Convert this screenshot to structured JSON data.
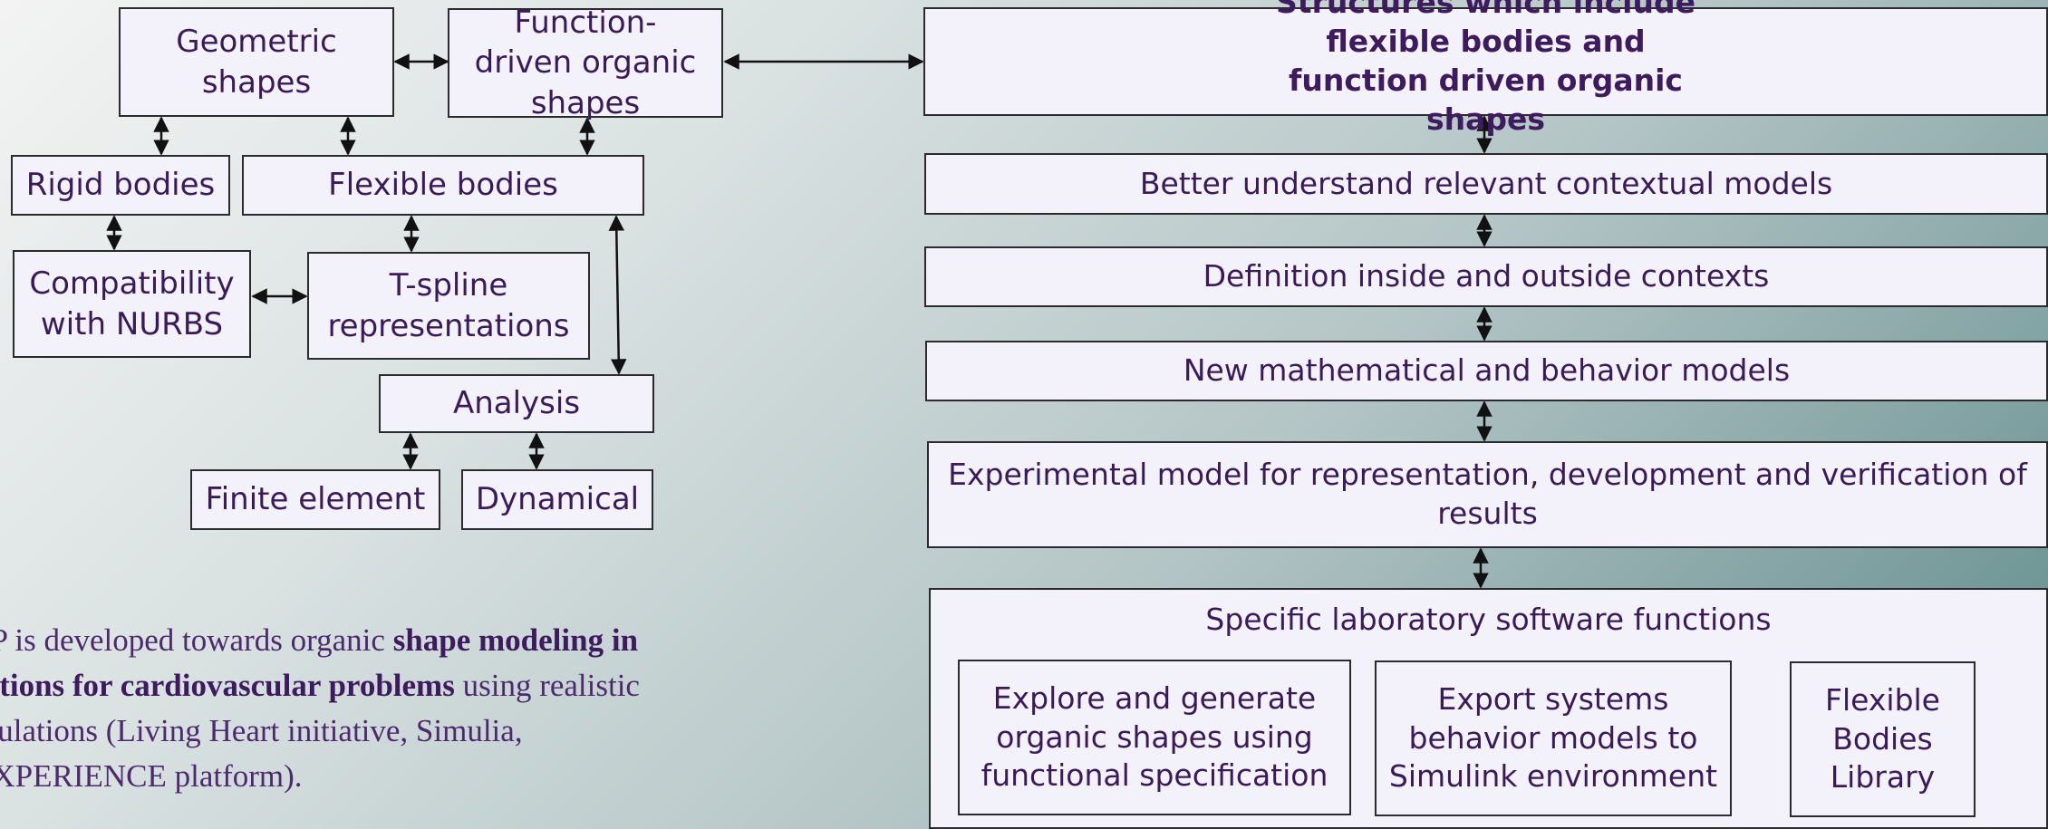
{
  "left_diagram": {
    "geometric_shapes": "Geometric shapes",
    "function_driven": "Function-driven organic shapes",
    "rigid_bodies": "Rigid bodies",
    "flexible_bodies": "Flexible bodies",
    "compatibility": "Compatibility with NURBS",
    "tspline": "T-spline representations",
    "analysis": "Analysis",
    "finite_element": "Finite element",
    "dynamical": "Dynamical"
  },
  "right_diagram": {
    "structures": "Structures which include flexible bodies and function driven organic shapes",
    "better_understand": "Better understand relevant contextual models",
    "definition": "Definition inside and outside contexts",
    "new_models": "New mathematical and behavior models",
    "experimental": "Experimental model for representation, development and verification of results",
    "lab_functions": "Specific laboratory software functions",
    "explore": "Explore and generate organic shapes using functional specification",
    "export": "Export systems behavior models to Simulink environment",
    "library": "Flexible Bodies Library"
  },
  "paragraph": {
    "line1_normal": "SP is developed towards organic ",
    "line1_bold": "shape modeling in",
    "line2_bold": "lutions for cardiovascular problems",
    "line2_normal": " using realistic",
    "line3": "mulations (Living Heart initiative, Simulia,",
    "line4": "EXPERIENCE platform)."
  }
}
